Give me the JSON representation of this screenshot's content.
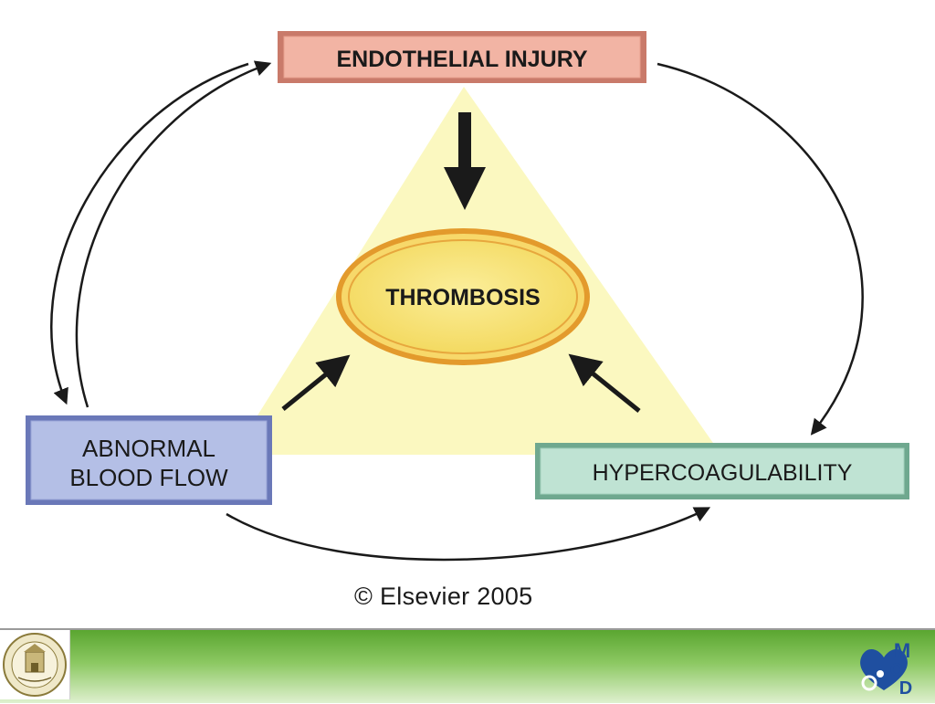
{
  "diagram": {
    "nodes": {
      "endothelial": {
        "label": "ENDOTHELIAL INJURY",
        "fill": "#f2b4a4",
        "stroke": "#c97a6a"
      },
      "thrombosis": {
        "label": "THROMBOSIS",
        "fill": "#f6e27a",
        "stroke": "#e39a2c"
      },
      "abnormal_flow": {
        "label_line1": "ABNORMAL",
        "label_line2": "BLOOD FLOW",
        "fill": "#b4bfe6",
        "stroke": "#6a78b8"
      },
      "hypercoag": {
        "label": "HYPERCOAGULABILITY",
        "fill": "#bfe3d3",
        "stroke": "#6fa88f"
      }
    },
    "triangle_color": "#fbf8c0",
    "arrow_color": "#1a1a1a"
  },
  "copyright": "© Elsevier 2005",
  "footer": {
    "bar_gradient_top": "#5aa630",
    "bar_gradient_bottom": "#dff0cf",
    "logo_letters": {
      "m": "M",
      "o": "O",
      "d": "D"
    }
  }
}
